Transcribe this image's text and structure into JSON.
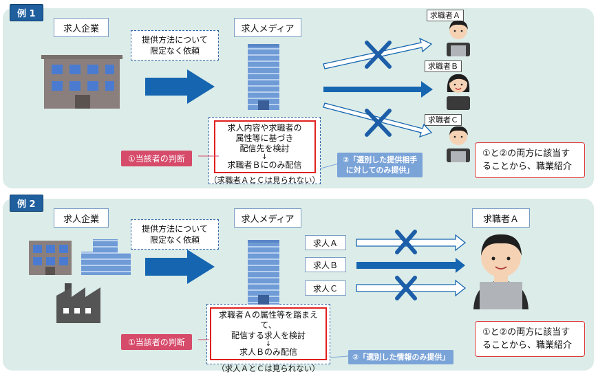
{
  "ex1": {
    "tag": "例 1",
    "company": "求人企業",
    "request": [
      "提供方法について",
      "限定なく依頼"
    ],
    "media": "求人メディア",
    "seekers": [
      "求職者Ａ",
      "求職者Ｂ",
      "求職者Ｃ"
    ],
    "decision": [
      "求人内容や求職者の",
      "属性等に基づき",
      "配信先を検討",
      "↓",
      "求職者Ｂにのみ配信"
    ],
    "note": "（求職者ＡとＣは見られない）",
    "judgment": "①当該者の判断",
    "provision": [
      "②「選別した提供相手",
      "に対してのみ提供」"
    ],
    "result": [
      "①と②の両方に該当す",
      "ることから、職業紹介"
    ]
  },
  "ex2": {
    "tag": "例 2",
    "company": "求人企業",
    "request": [
      "提供方法について",
      "限定なく依頼"
    ],
    "media": "求人メディア",
    "jobs": [
      "求人Ａ",
      "求人Ｂ",
      "求人Ｃ"
    ],
    "seeker": "求職者Ａ",
    "decision": [
      "求職者Ａの属性等を踏まえて、",
      "配信する求人を検討",
      "↓",
      "求人Ｂのみ配信"
    ],
    "note": "（求人ＡとＣは見られない）",
    "judgment": "①当該者の判断",
    "provision": "②「選別した情報のみ提供」",
    "result": [
      "①と②の両方に該当す",
      "ることから、職業紹介"
    ]
  },
  "colors": {
    "panel": "#dcece8",
    "arrow": "#1565b0",
    "cross": "#1c5ea8",
    "red": "#e0201c",
    "pink": "#d64a6a"
  }
}
